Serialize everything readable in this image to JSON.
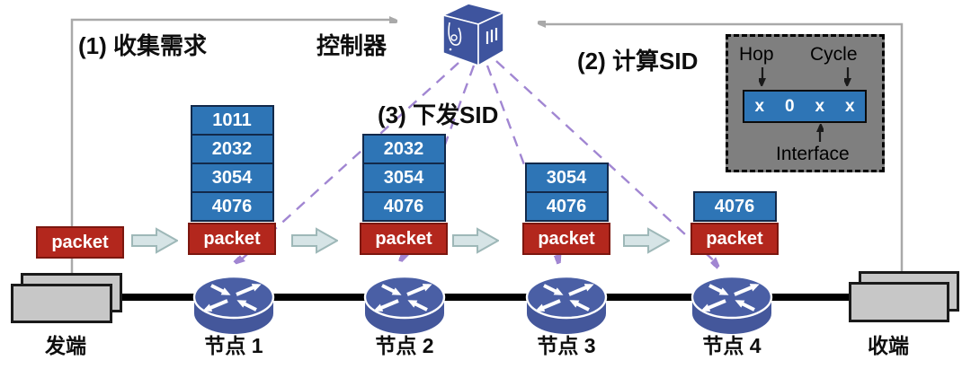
{
  "labels": {
    "step1": "(1) 收集需求",
    "step2": "(2) 计算SID",
    "step3": "(3) 下发SID",
    "controller": "控制器",
    "sender": "发端",
    "receiver": "收端",
    "sender_packet": "packet"
  },
  "nodes": [
    {
      "label": "节点 1",
      "sids": [
        "1011",
        "2032",
        "3054",
        "4076"
      ],
      "packet": "packet"
    },
    {
      "label": "节点 2",
      "sids": [
        "2032",
        "3054",
        "4076"
      ],
      "packet": "packet"
    },
    {
      "label": "节点 3",
      "sids": [
        "3054",
        "4076"
      ],
      "packet": "packet"
    },
    {
      "label": "节点 4",
      "sids": [
        "4076"
      ],
      "packet": "packet"
    }
  ],
  "legend": {
    "hop": "Hop",
    "cycle": "Cycle",
    "interface": "Interface",
    "fields": [
      "x",
      "0",
      "x",
      "x"
    ]
  },
  "colors": {
    "sid_blue": "#2E75B6",
    "packet_red": "#B3271D",
    "router_blue": "#4A5FA5",
    "controller_blue": "#3E549E",
    "purple_dashed": "#A186D2",
    "gray_line": "#A9A9A9",
    "legend_gray": "#7F7F7F",
    "block_arrow_fill": "#D6E4E6"
  }
}
